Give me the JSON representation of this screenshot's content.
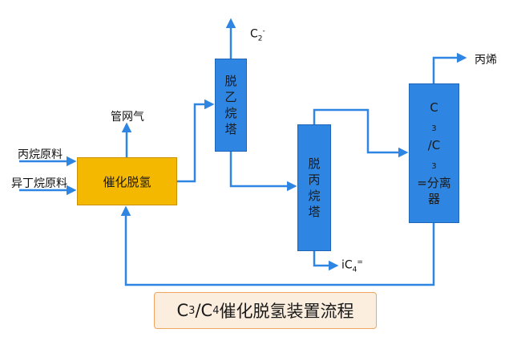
{
  "inputs": {
    "propane_feed": "丙烷原料",
    "isobutane_feed": "异丁烷原料"
  },
  "reactor": {
    "label": "催化脱氢"
  },
  "fuel_gas": {
    "label": "管网气"
  },
  "deethanizer": {
    "chars": [
      "脱",
      "乙",
      "烷",
      "塔"
    ]
  },
  "depropanizer": {
    "chars": [
      "脱",
      "丙",
      "烷",
      "塔"
    ]
  },
  "splitter": {
    "line1_pre": "C",
    "line1_sub1": "3",
    "line1_mid": "/C",
    "line1_sub2": "3",
    "line2": "=分离",
    "line3": "器"
  },
  "outputs": {
    "c2_main": "C",
    "c2_sub": "2",
    "c2_sup": "-",
    "ic4_pre": "iC",
    "ic4_sub": "4",
    "ic4_sup": "=",
    "propylene": "丙烯"
  },
  "caption": {
    "pre": "C",
    "sub1": "3",
    "mid": "/C",
    "sub2": "4",
    "post": "催化脱氢装置流程"
  },
  "colors": {
    "line": "#2f86e2",
    "column": "#2f86e2",
    "reactor": "#f5b800",
    "caption_bg": "#fbeede",
    "caption_border": "#f0a560"
  }
}
